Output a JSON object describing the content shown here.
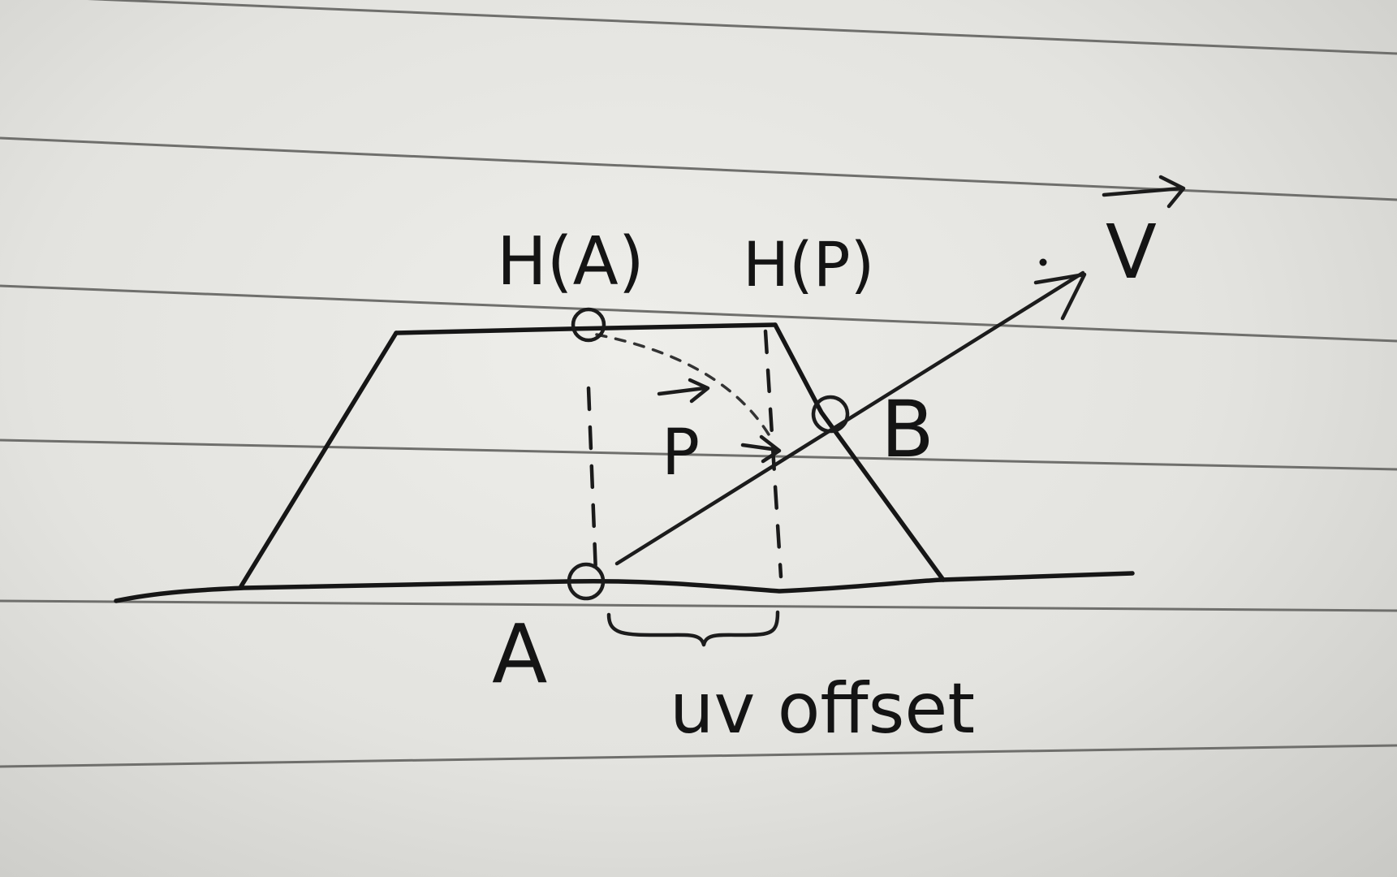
{
  "labels": {
    "h_a": "H(A)",
    "h_p": "H(P)",
    "v": "V",
    "p": "P",
    "b": "B",
    "a": "A",
    "uv_offset": "uv offset"
  }
}
